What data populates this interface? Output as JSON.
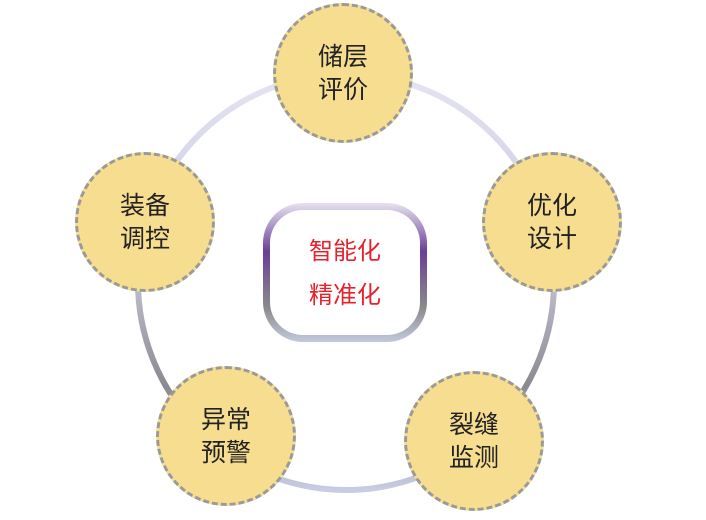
{
  "center": {
    "line1": "智能化",
    "line2": "精准化"
  },
  "nodes": [
    {
      "line1": "储层",
      "line2": "评价"
    },
    {
      "line1": "优化",
      "line2": "设计"
    },
    {
      "line1": "裂缝",
      "line2": "监测"
    },
    {
      "line1": "异常",
      "line2": "预警"
    },
    {
      "line1": "装备",
      "line2": "调控"
    }
  ],
  "colors": {
    "node_fill": "#f6dd90",
    "center_text": "#e8222c",
    "ring_top": "#dcdcf0",
    "ring_bottom": "#8a8a8a"
  }
}
